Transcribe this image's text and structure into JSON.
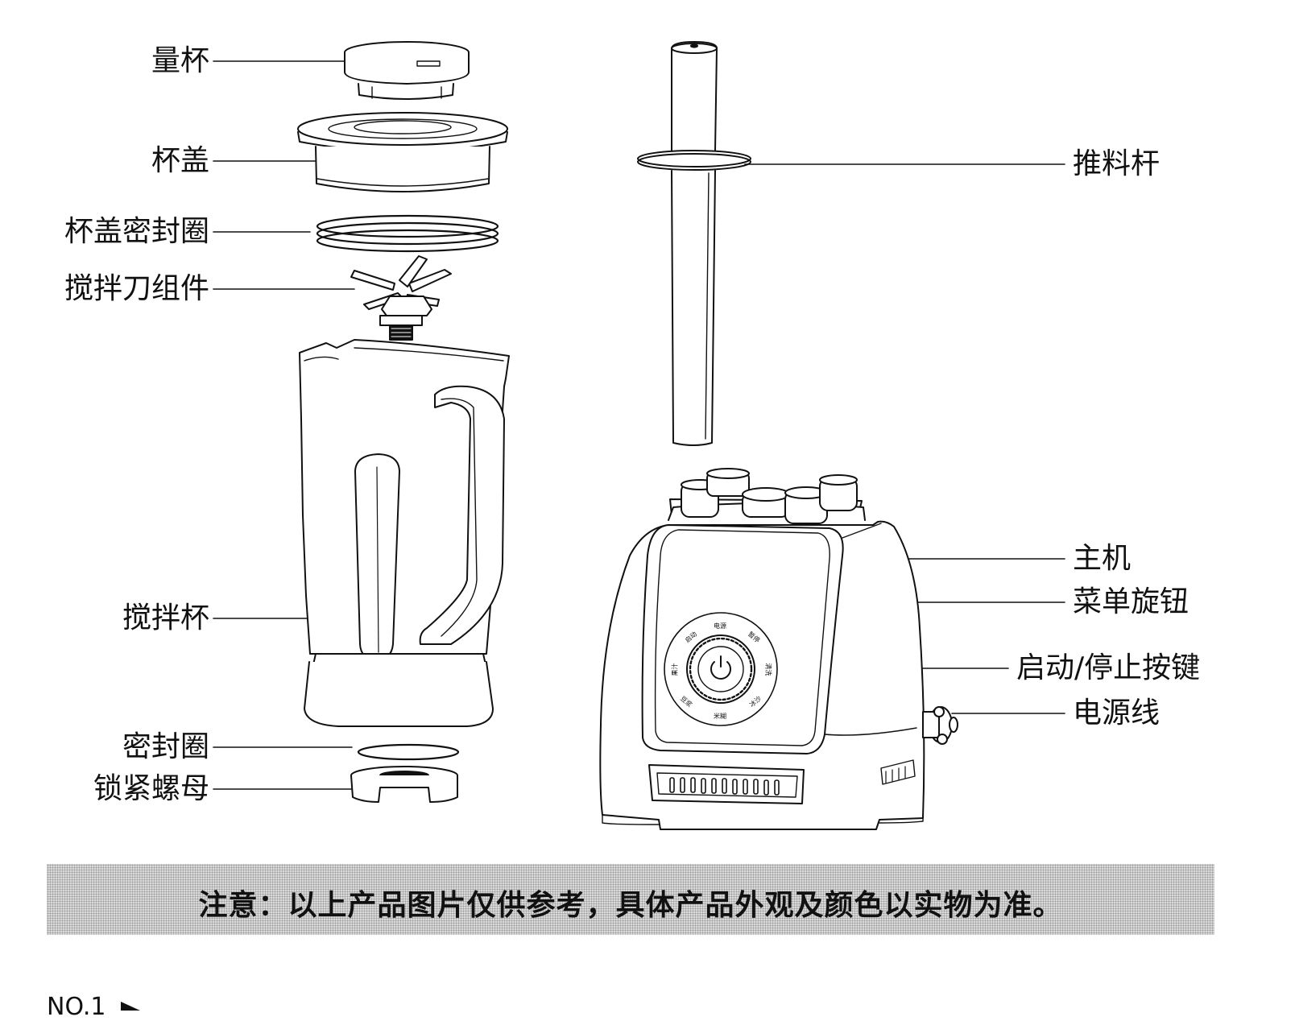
{
  "labels": {
    "measuring_cup": "量杯",
    "lid": "杯盖",
    "lid_seal": "杯盖密封圈",
    "blade_assembly": "搅拌刀组件",
    "jar": "搅拌杯",
    "seal_ring": "密封圈",
    "lock_nut": "锁紧螺母",
    "tamper": "推料杆",
    "base": "主机",
    "menu_knob": "菜单旋钮",
    "start_stop": "启动/停止按键",
    "power_cord": "电源线"
  },
  "dial": {
    "top": "电源",
    "top_left": "启动",
    "top_right": "暂停",
    "left": "果汁",
    "right": "清洗",
    "bottom_left": "豆浆",
    "bottom": "米糊",
    "bottom_right": "冰沙"
  },
  "notice": "注意：以上产品图片仅供参考，具体产品外观及颜色以实物为准。",
  "page_number": "NO.1",
  "colors": {
    "line": "#111111",
    "notice_bg": "#d9d9d9"
  }
}
